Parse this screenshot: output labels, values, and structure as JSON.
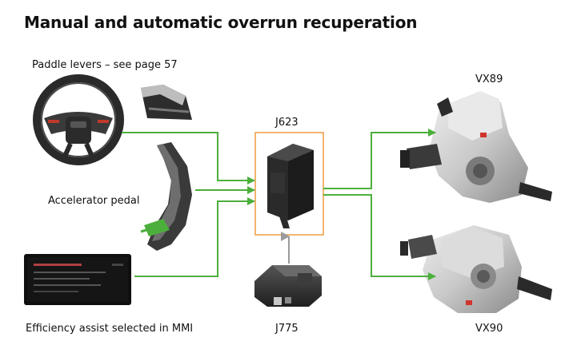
{
  "title": "Manual and automatic overrun recuperation",
  "labels": {
    "paddle": "Paddle levers – see page 57",
    "pedal": "Accelerator pedal",
    "mmi": "Efficiency assist selected in MMI",
    "j623": "J623",
    "j775": "J775",
    "vx89": "VX89",
    "vx90": "VX90"
  },
  "colors": {
    "arrow_green": "#4caf3c",
    "highlight_orange": "#f0a24a",
    "arrow_grey": "#9a9a9a"
  }
}
